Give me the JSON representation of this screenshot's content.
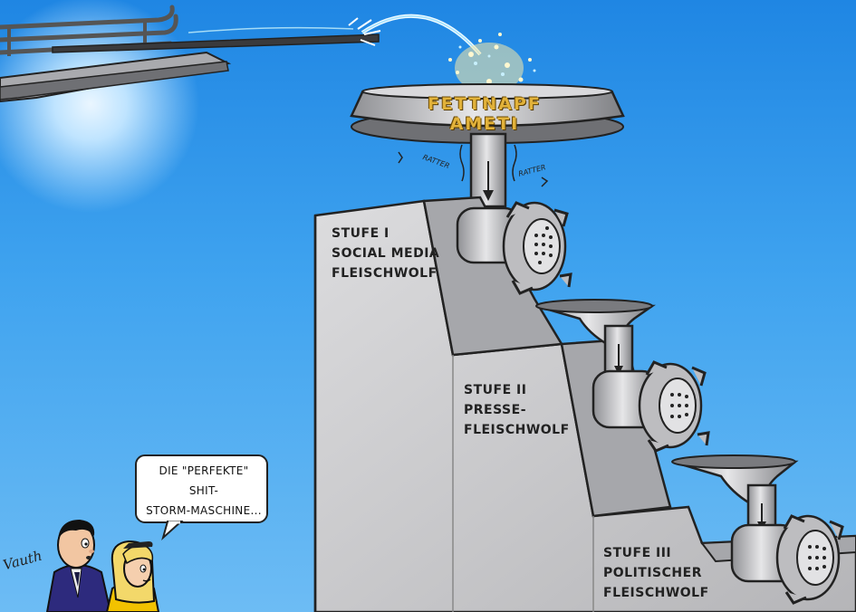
{
  "cartoon": {
    "machine_title": "FETTNAPF AMETI",
    "stage1": {
      "line1": "STUFE I",
      "line2": "SOCIAL MEDIA",
      "line3": "FLEISCHWOLF"
    },
    "stage2": {
      "line1": "STUFE II",
      "line2": "PRESSE-",
      "line3": "FLEISCHWOLF"
    },
    "stage3": {
      "line1": "STUFE III",
      "line2": "POLITISCHER",
      "line3": "FLEISCHWOLF"
    },
    "speech_bubble": {
      "line1": "DIE \"PERFEKTE\" SHIT-",
      "line2": "STORM-MASCHINE..."
    },
    "sound_effect_left": "RATTER",
    "sound_effect_right": "RATTER",
    "signature": "Vauth"
  },
  "colors": {
    "sky_top": "#1f86e3",
    "sky_bottom": "#6dbcf4",
    "machine_grey": "#bdbdc0",
    "title_gold": "#e2b23a"
  }
}
